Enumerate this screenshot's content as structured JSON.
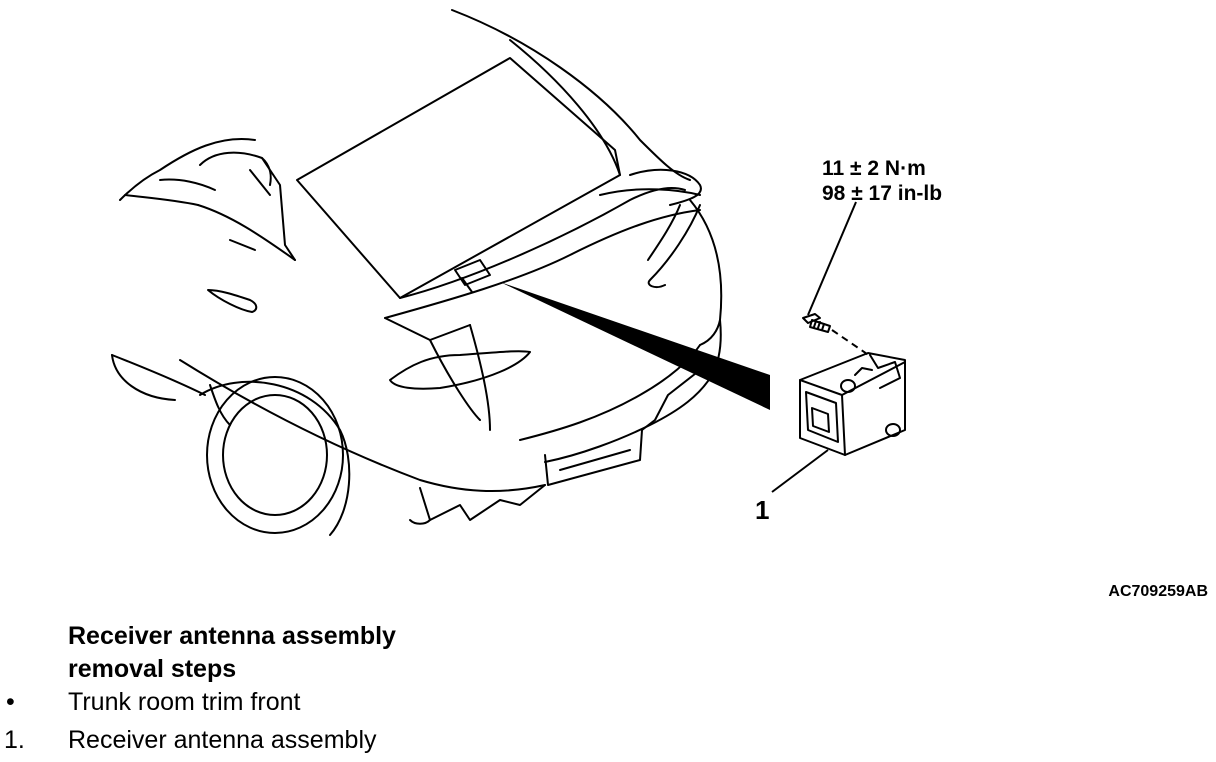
{
  "illustration": {
    "torque_spec_metric": "11 ± 2 N·m",
    "torque_spec_imperial": "98 ± 17 in-lb",
    "callout_number": "1",
    "figure_id": "AC709259AB"
  },
  "procedure": {
    "title_line1": "Receiver antenna assembly",
    "title_line2": "removal steps",
    "steps": [
      {
        "marker": "•",
        "label": "Trunk room trim front"
      },
      {
        "marker": "1.",
        "label": "Receiver antenna assembly"
      }
    ]
  }
}
